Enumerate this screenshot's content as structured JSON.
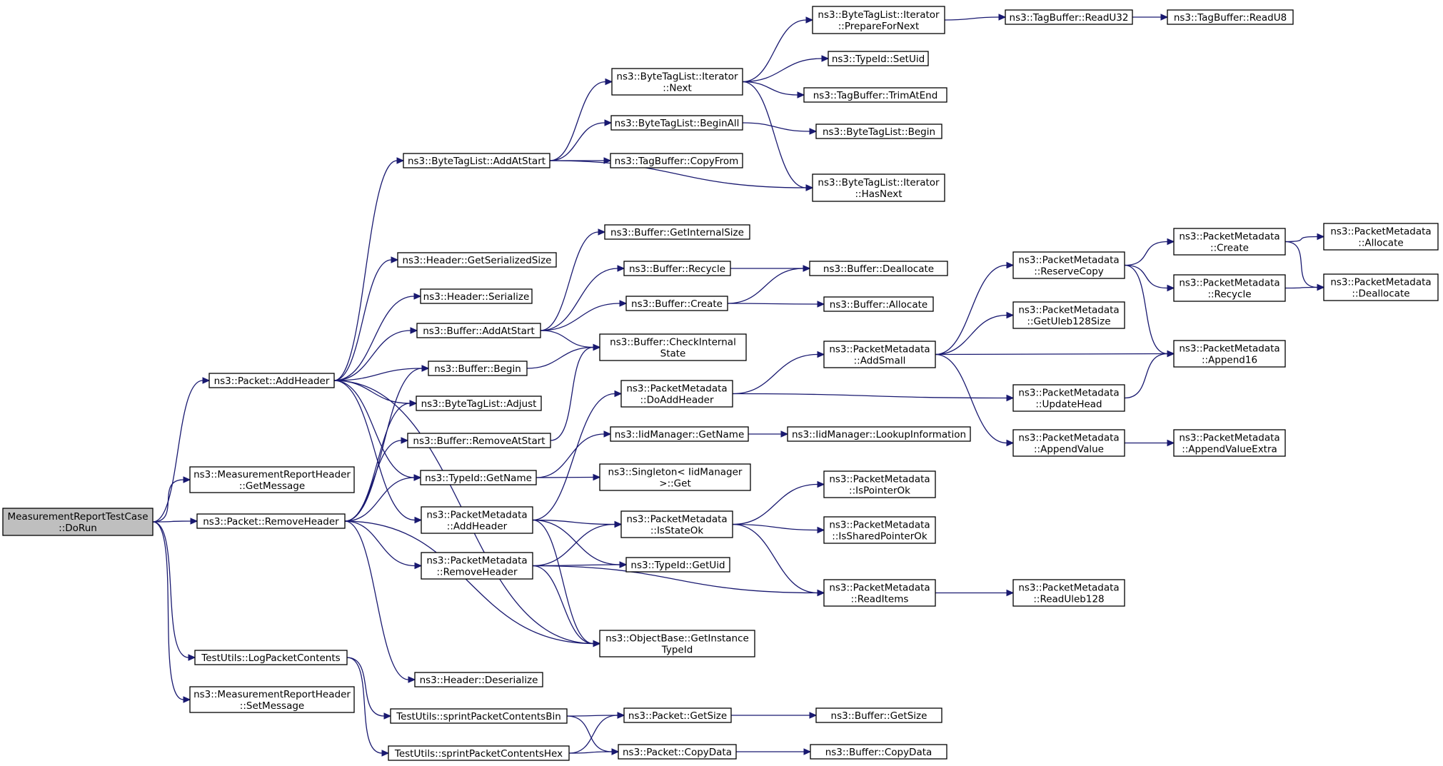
{
  "nodes": [
    {
      "id": "dorun",
      "lines": [
        "MeasurementReportTestCase",
        "::DoRun"
      ],
      "root": true
    },
    {
      "id": "pkt_addheader",
      "lines": [
        "ns3::Packet::AddHeader"
      ]
    },
    {
      "id": "mrh_getmessage",
      "lines": [
        "ns3::MeasurementReportHeader",
        "::GetMessage"
      ]
    },
    {
      "id": "pkt_removeheader",
      "lines": [
        "ns3::Packet::RemoveHeader"
      ]
    },
    {
      "id": "tu_log",
      "lines": [
        "TestUtils::LogPacketContents"
      ]
    },
    {
      "id": "mrh_setmessage",
      "lines": [
        "ns3::MeasurementReportHeader",
        "::SetMessage"
      ]
    },
    {
      "id": "btl_addatstart",
      "lines": [
        "ns3::ByteTagList::AddAtStart"
      ]
    },
    {
      "id": "hdr_getsersize",
      "lines": [
        "ns3::Header::GetSerializedSize"
      ]
    },
    {
      "id": "hdr_serialize",
      "lines": [
        "ns3::Header::Serialize"
      ]
    },
    {
      "id": "buf_addatstart",
      "lines": [
        "ns3::Buffer::AddAtStart"
      ]
    },
    {
      "id": "buf_begin",
      "lines": [
        "ns3::Buffer::Begin"
      ]
    },
    {
      "id": "btl_adjust",
      "lines": [
        "ns3::ByteTagList::Adjust"
      ]
    },
    {
      "id": "buf_removeatstart",
      "lines": [
        "ns3::Buffer::RemoveAtStart"
      ]
    },
    {
      "id": "typeid_getname",
      "lines": [
        "ns3::TypeId::GetName"
      ]
    },
    {
      "id": "pm_addheader",
      "lines": [
        "ns3::PacketMetadata",
        "::AddHeader"
      ]
    },
    {
      "id": "pm_removeheader",
      "lines": [
        "ns3::PacketMetadata",
        "::RemoveHeader"
      ]
    },
    {
      "id": "hdr_deserialize",
      "lines": [
        "ns3::Header::Deserialize"
      ]
    },
    {
      "id": "tu_bin",
      "lines": [
        "TestUtils::sprintPacketContentsBin"
      ]
    },
    {
      "id": "tu_hex",
      "lines": [
        "TestUtils::sprintPacketContentsHex"
      ]
    },
    {
      "id": "btli_next",
      "lines": [
        "ns3::ByteTagList::Iterator",
        "::Next"
      ]
    },
    {
      "id": "btl_beginall",
      "lines": [
        "ns3::ByteTagList::BeginAll"
      ]
    },
    {
      "id": "tb_copyfrom",
      "lines": [
        "ns3::TagBuffer::CopyFrom"
      ]
    },
    {
      "id": "buf_getinternalsize",
      "lines": [
        "ns3::Buffer::GetInternalSize"
      ]
    },
    {
      "id": "buf_recycle",
      "lines": [
        "ns3::Buffer::Recycle"
      ]
    },
    {
      "id": "buf_create",
      "lines": [
        "ns3::Buffer::Create"
      ]
    },
    {
      "id": "buf_checkinternal",
      "lines": [
        "ns3::Buffer::CheckInternal",
        "State"
      ]
    },
    {
      "id": "pm_doaddheader",
      "lines": [
        "ns3::PacketMetadata",
        "::DoAddHeader"
      ]
    },
    {
      "id": "iid_getname",
      "lines": [
        "ns3::IidManager::GetName"
      ]
    },
    {
      "id": "singleton_get",
      "lines": [
        "ns3::Singleton< IidManager",
        ">::Get"
      ]
    },
    {
      "id": "pm_isstateok",
      "lines": [
        "ns3::PacketMetadata",
        "::IsStateOk"
      ]
    },
    {
      "id": "typeid_getuid",
      "lines": [
        "ns3::TypeId::GetUid"
      ]
    },
    {
      "id": "ob_getinstance",
      "lines": [
        "ns3::ObjectBase::GetInstance",
        "TypeId"
      ]
    },
    {
      "id": "pkt_getsize",
      "lines": [
        "ns3::Packet::GetSize"
      ]
    },
    {
      "id": "pkt_copydata",
      "lines": [
        "ns3::Packet::CopyData"
      ]
    },
    {
      "id": "btli_preparefornext",
      "lines": [
        "ns3::ByteTagList::Iterator",
        "::PrepareForNext"
      ]
    },
    {
      "id": "typeid_setuid",
      "lines": [
        "ns3::TypeId::SetUid"
      ]
    },
    {
      "id": "tb_trimatend",
      "lines": [
        "ns3::TagBuffer::TrimAtEnd"
      ]
    },
    {
      "id": "btl_begin",
      "lines": [
        "ns3::ByteTagList::Begin"
      ]
    },
    {
      "id": "btli_hasnext",
      "lines": [
        "ns3::ByteTagList::Iterator",
        "::HasNext"
      ]
    },
    {
      "id": "buf_deallocate",
      "lines": [
        "ns3::Buffer::Deallocate"
      ]
    },
    {
      "id": "buf_allocate",
      "lines": [
        "ns3::Buffer::Allocate"
      ]
    },
    {
      "id": "pm_addsmall",
      "lines": [
        "ns3::PacketMetadata",
        "::AddSmall"
      ]
    },
    {
      "id": "iid_lookup",
      "lines": [
        "ns3::IidManager::LookupInformation"
      ]
    },
    {
      "id": "pm_ispointerok",
      "lines": [
        "ns3::PacketMetadata",
        "::IsPointerOk"
      ]
    },
    {
      "id": "pm_issharedpointerok",
      "lines": [
        "ns3::PacketMetadata",
        "::IsSharedPointerOk"
      ]
    },
    {
      "id": "pm_readitems",
      "lines": [
        "ns3::PacketMetadata",
        "::ReadItems"
      ]
    },
    {
      "id": "buf_getsize",
      "lines": [
        "ns3::Buffer::GetSize"
      ]
    },
    {
      "id": "buf_copydata",
      "lines": [
        "ns3::Buffer::CopyData"
      ]
    },
    {
      "id": "tb_readu32",
      "lines": [
        "ns3::TagBuffer::ReadU32"
      ]
    },
    {
      "id": "pm_reservecopy",
      "lines": [
        "ns3::PacketMetadata",
        "::ReserveCopy"
      ]
    },
    {
      "id": "pm_getuleb128size",
      "lines": [
        "ns3::PacketMetadata",
        "::GetUleb128Size"
      ]
    },
    {
      "id": "pm_updatehead",
      "lines": [
        "ns3::PacketMetadata",
        "::UpdateHead"
      ]
    },
    {
      "id": "pm_appendvalue",
      "lines": [
        "ns3::PacketMetadata",
        "::AppendValue"
      ]
    },
    {
      "id": "pm_readuleb128",
      "lines": [
        "ns3::PacketMetadata",
        "::ReadUleb128"
      ]
    },
    {
      "id": "tb_readu8",
      "lines": [
        "ns3::TagBuffer::ReadU8"
      ]
    },
    {
      "id": "pm_create",
      "lines": [
        "ns3::PacketMetadata",
        "::Create"
      ]
    },
    {
      "id": "pm_recycle",
      "lines": [
        "ns3::PacketMetadata",
        "::Recycle"
      ]
    },
    {
      "id": "pm_append16",
      "lines": [
        "ns3::PacketMetadata",
        "::Append16"
      ]
    },
    {
      "id": "pm_appendvalueextra",
      "lines": [
        "ns3::PacketMetadata",
        "::AppendValueExtra"
      ]
    },
    {
      "id": "pm_allocate",
      "lines": [
        "ns3::PacketMetadata",
        "::Allocate"
      ]
    },
    {
      "id": "pm_deallocate",
      "lines": [
        "ns3::PacketMetadata",
        "::Deallocate"
      ]
    }
  ],
  "edges": [
    [
      "dorun",
      "pkt_addheader"
    ],
    [
      "dorun",
      "mrh_getmessage"
    ],
    [
      "dorun",
      "pkt_removeheader"
    ],
    [
      "dorun",
      "tu_log"
    ],
    [
      "dorun",
      "mrh_setmessage"
    ],
    [
      "pkt_addheader",
      "btl_addatstart"
    ],
    [
      "pkt_addheader",
      "hdr_getsersize"
    ],
    [
      "pkt_addheader",
      "hdr_serialize"
    ],
    [
      "pkt_addheader",
      "buf_addatstart"
    ],
    [
      "pkt_addheader",
      "buf_begin"
    ],
    [
      "pkt_addheader",
      "btl_adjust"
    ],
    [
      "pkt_addheader",
      "typeid_getname"
    ],
    [
      "pkt_addheader",
      "pm_addheader"
    ],
    [
      "pkt_addheader",
      "ob_getinstance"
    ],
    [
      "pkt_removeheader",
      "buf_begin"
    ],
    [
      "pkt_removeheader",
      "btl_adjust"
    ],
    [
      "pkt_removeheader",
      "buf_removeatstart"
    ],
    [
      "pkt_removeheader",
      "typeid_getname"
    ],
    [
      "pkt_removeheader",
      "pm_removeheader"
    ],
    [
      "pkt_removeheader",
      "ob_getinstance"
    ],
    [
      "pkt_removeheader",
      "hdr_deserialize"
    ],
    [
      "tu_log",
      "tu_bin"
    ],
    [
      "tu_log",
      "tu_hex"
    ],
    [
      "btl_addatstart",
      "btli_next"
    ],
    [
      "btl_addatstart",
      "btl_beginall"
    ],
    [
      "btl_addatstart",
      "tb_copyfrom"
    ],
    [
      "btl_addatstart",
      "btli_hasnext"
    ],
    [
      "buf_addatstart",
      "buf_getinternalsize"
    ],
    [
      "buf_addatstart",
      "buf_recycle"
    ],
    [
      "buf_addatstart",
      "buf_create"
    ],
    [
      "buf_addatstart",
      "buf_checkinternal"
    ],
    [
      "buf_begin",
      "buf_checkinternal"
    ],
    [
      "buf_removeatstart",
      "buf_checkinternal"
    ],
    [
      "typeid_getname",
      "iid_getname"
    ],
    [
      "typeid_getname",
      "singleton_get"
    ],
    [
      "pm_addheader",
      "pm_doaddheader"
    ],
    [
      "pm_addheader",
      "pm_isstateok"
    ],
    [
      "pm_addheader",
      "typeid_getuid"
    ],
    [
      "pm_addheader",
      "ob_getinstance"
    ],
    [
      "pm_removeheader",
      "pm_isstateok"
    ],
    [
      "pm_removeheader",
      "typeid_getuid"
    ],
    [
      "pm_removeheader",
      "ob_getinstance"
    ],
    [
      "pm_removeheader",
      "pm_readitems"
    ],
    [
      "tu_bin",
      "pkt_getsize"
    ],
    [
      "tu_bin",
      "pkt_copydata"
    ],
    [
      "tu_hex",
      "pkt_getsize"
    ],
    [
      "tu_hex",
      "pkt_copydata"
    ],
    [
      "btli_next",
      "btli_preparefornext"
    ],
    [
      "btli_next",
      "typeid_setuid"
    ],
    [
      "btli_next",
      "tb_trimatend"
    ],
    [
      "btli_next",
      "btli_hasnext"
    ],
    [
      "btl_beginall",
      "btl_begin"
    ],
    [
      "buf_recycle",
      "buf_deallocate"
    ],
    [
      "buf_create",
      "buf_deallocate"
    ],
    [
      "buf_create",
      "buf_allocate"
    ],
    [
      "pm_doaddheader",
      "pm_addsmall"
    ],
    [
      "pm_doaddheader",
      "pm_updatehead"
    ],
    [
      "iid_getname",
      "iid_lookup"
    ],
    [
      "pm_isstateok",
      "pm_ispointerok"
    ],
    [
      "pm_isstateok",
      "pm_issharedpointerok"
    ],
    [
      "pm_isstateok",
      "pm_readitems"
    ],
    [
      "pm_readitems",
      "pm_readuleb128"
    ],
    [
      "pkt_getsize",
      "buf_getsize"
    ],
    [
      "pkt_copydata",
      "buf_copydata"
    ],
    [
      "btli_preparefornext",
      "tb_readu32"
    ],
    [
      "tb_readu32",
      "tb_readu8"
    ],
    [
      "pm_addsmall",
      "pm_reservecopy"
    ],
    [
      "pm_addsmall",
      "pm_getuleb128size"
    ],
    [
      "pm_addsmall",
      "pm_append16"
    ],
    [
      "pm_addsmall",
      "pm_appendvalue"
    ],
    [
      "pm_reservecopy",
      "pm_create"
    ],
    [
      "pm_reservecopy",
      "pm_recycle"
    ],
    [
      "pm_reservecopy",
      "pm_append16"
    ],
    [
      "pm_updatehead",
      "pm_append16"
    ],
    [
      "pm_appendvalue",
      "pm_appendvalueextra"
    ],
    [
      "pm_create",
      "pm_allocate"
    ],
    [
      "pm_create",
      "pm_deallocate"
    ],
    [
      "pm_recycle",
      "pm_deallocate"
    ]
  ]
}
